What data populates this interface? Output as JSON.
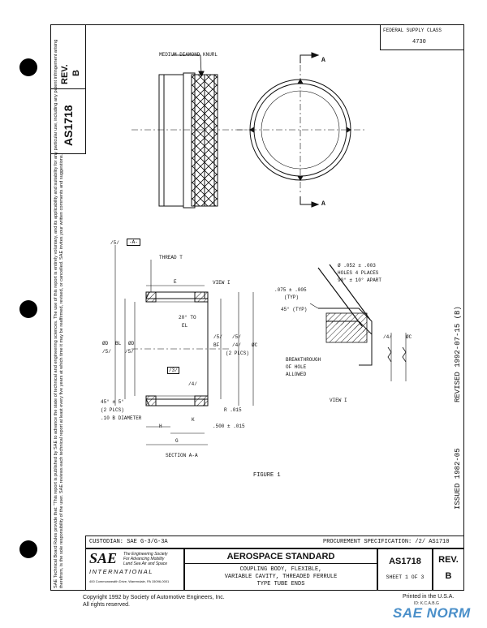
{
  "document": {
    "number": "AS1718",
    "rev_label": "REV.",
    "rev": "B",
    "federal_supply_class_label": "FEDERAL SUPPLY CLASS",
    "federal_supply_class": "4730",
    "disclaimer": "SAE Technical Board Rules provide that: \"This report is published by SAE to advance the state of technical and engineering sciences. The use of this report is entirely voluntary, and its applicability and suitability for any particular use, including any patent infringement arising therefrom, is the sole responsibility of the user. SAE reviews each technical report at least every five years at which time it may be reaffirmed, revised, or cancelled. SAE invites your written comments and suggestions.",
    "revised": "REVISED   1992-07-15  (B)",
    "issued": "ISSUED   1982-05",
    "copyright_line1": "Copyright  1992  by Society of Automotive Engineers, Inc.",
    "copyright_line2": "All rights reserved.",
    "printed": "Printed in the U.S.A."
  },
  "drawing": {
    "knurl_label": "MEDIUM DIAMOND KNURL",
    "section_a": "A",
    "dim_5_a": "/5/",
    "datum_a": "-A-",
    "thread": "THREAD T",
    "view_i": "VIEW I",
    "e_label": "E",
    "angle_20": "20° TO",
    "el_label": "EL",
    "od_label": "ØD",
    "bl_label": "BL",
    "ed_label": "ØD",
    "dim_5_b": "/5/",
    "dim_5_c": "/5/",
    "dim_5_d": "/5/",
    "dim_5_e": "/5/",
    "bf_label": "BF",
    "dim_4_a": "/4/",
    "two_plcs": "(2 PLCS)",
    "oc_label": "ØC",
    "flag_3": "/3/",
    "flag_4": "/4/",
    "r015": "R .015",
    "angle_45_5": "45° ± 5°",
    "two_plcs_b": "(2 PLCS)",
    "b_diameter": ".10 B DIAMETER",
    "h_label": "H",
    "k_label": "K",
    "dim_500": ".500 ± .015",
    "g_label": "G",
    "section_aa": "SECTION  A-A",
    "hole_dia": "Ø .052 ± .003",
    "holes_places": "HOLES 4 PLACES",
    "holes_apart": "90° ± 10° APART",
    "dim_075": ".075 ± .005",
    "typ": "(TYP)",
    "angle_45_typ": "45° (TYP)",
    "dim_4_b": "/4/",
    "oc_b": "ØC",
    "breakthrough_1": "BREAKTHROUGH",
    "breakthrough_2": "OF HOLE",
    "breakthrough_3": "ALLOWED",
    "view_i_caption": "VIEW I",
    "figure": "FIGURE 1"
  },
  "title_block": {
    "custodian": "CUSTODIAN:  SAE G-3/G-3A",
    "procurement": "PROCUREMENT SPECIFICATION:   /2/ AS1710",
    "sae_logo": "SAE",
    "sae_tagline1": "The Engineering Society",
    "sae_tagline2": "For Advancing Mobility",
    "sae_tagline3": "Land Sea Air and Space",
    "sae_international": "INTERNATIONAL",
    "sae_address": "400 Commonwealth Drive, Warrendale, PA  15096-0001",
    "standard_title": "AEROSPACE STANDARD",
    "desc_line1": "COUPLING BODY, FLEXIBLE,",
    "desc_line2": "VARIABLE CAVITY, THREADED FERRULE",
    "desc_line3": "TYPE TUBE ENDS",
    "doc_number": "AS1718",
    "sheet": "SHEET  1  OF  3",
    "rev_label": "REV.",
    "rev": "B"
  },
  "watermark": {
    "brand": "SAE NORM",
    "sub": "ID: K.C.A.B.G"
  }
}
